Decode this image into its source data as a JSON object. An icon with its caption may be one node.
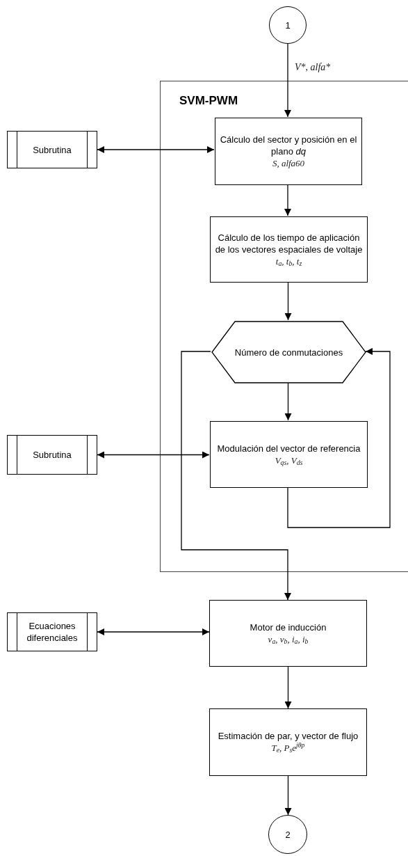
{
  "diagram": {
    "nodes": [
      {
        "text": [
          "1"
        ]
      },
      {
        "text": [
          "SVM-PWM"
        ]
      },
      {
        "text": [
          "Subrutina"
        ]
      },
      {
        "text": [
          "Cálculo del sector y posición en el plano *dq*",
          "S, alfa60"
        ],
        "in": 1
      },
      {
        "text": [
          "Cálculo de los tiempo de aplicación de los vectores espaciales de voltaje",
          "t$_{a}$, t$_{b}$, t$_{z}$"
        ],
        "in": 1
      },
      {
        "text": [
          "Número de conmutaciones"
        ],
        "in": 1
      },
      {
        "text": [
          "Subrutina"
        ]
      },
      {
        "text": [
          "Modulación del vector de referencia",
          "V$_{qs}$, V$_{ds}$"
        ],
        "in": 1
      },
      {
        "text": [
          "Ecuaciones diferenciales"
        ]
      },
      {
        "text": [
          "Motor de inducción",
          "v$_{a}$, v$_{b}$, i$_{a}$, i$_{b}$"
        ]
      },
      {
        "text": [
          "Estimación de par, y vector de flujo",
          "T$_{e}$, P$_{s}$e$^{jθp}$"
        ]
      },
      {
        "text": [
          "2"
        ]
      }
    ],
    "edges": [
      {
        "from": 0,
        "to": 3,
        "arrow": "to",
        "label": "V*, alfa*"
      },
      {
        "from": 2,
        "to": 3,
        "arrow": "both"
      },
      {
        "from": 3,
        "to": 4,
        "arrow": "to"
      },
      {
        "from": 4,
        "to": 5,
        "arrow": "to"
      },
      {
        "from": 5,
        "to": 7,
        "arrow": "to"
      },
      {
        "from": 6,
        "to": 7,
        "arrow": "both"
      },
      {
        "from": 7,
        "to": 5,
        "arrow": "to"
      },
      {
        "from": 5,
        "to": 9,
        "arrow": "to"
      },
      {
        "from": 8,
        "to": 9,
        "arrow": "both"
      },
      {
        "from": 9,
        "to": 10,
        "arrow": "to"
      },
      {
        "from": 10,
        "to": 11,
        "arrow": "to"
      }
    ]
  }
}
